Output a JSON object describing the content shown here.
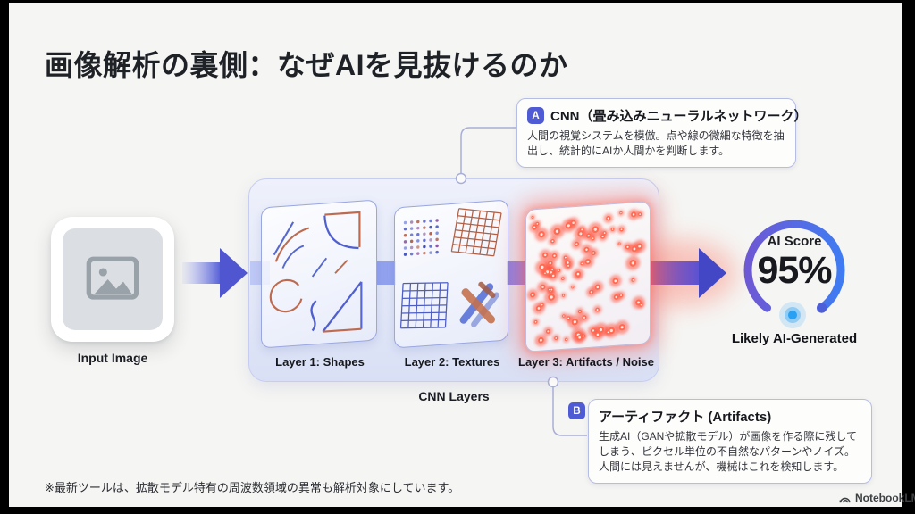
{
  "title": "画像解析の裏側：なぜAIを見抜けるのか",
  "callout_a": {
    "badge": "A",
    "title": "CNN（畳み込みニューラルネットワーク）",
    "body": "人間の視覚システムを模倣。点や線の微細な特徴を抽出し、統計的にAIか人間かを判断します。"
  },
  "callout_b": {
    "badge": "B",
    "title": "アーティファクト (Artifacts)",
    "body": "生成AI（GANや拡散モデル）が画像を作る際に残してしまう、ピクセル単位の不自然なパターンやノイズ。人間には見えませんが、機械はこれを検知します。"
  },
  "flow": {
    "input_label": "Input Image",
    "layers": [
      {
        "label": "Layer 1: Shapes"
      },
      {
        "label": "Layer 2: Textures"
      },
      {
        "label": "Layer 3: Artifacts / Noise"
      }
    ],
    "group_label": "CNN Layers",
    "score": {
      "label": "AI Score",
      "value": "95%",
      "verdict": "Likely AI-Generated"
    }
  },
  "footnote": "※最新ツールは、拡散モデル特有の周波数領域の異常も解析対象にしています。",
  "brand": "NotebookLM",
  "colors": {
    "background": "#f5f5f3",
    "accent_blue": "#4e5bd4",
    "arrow_blue": "#5a63d8",
    "artifact_red": "#ff5443",
    "glow_dot_blue": "#28a0f4",
    "panel_border": "#c6cdf0"
  }
}
